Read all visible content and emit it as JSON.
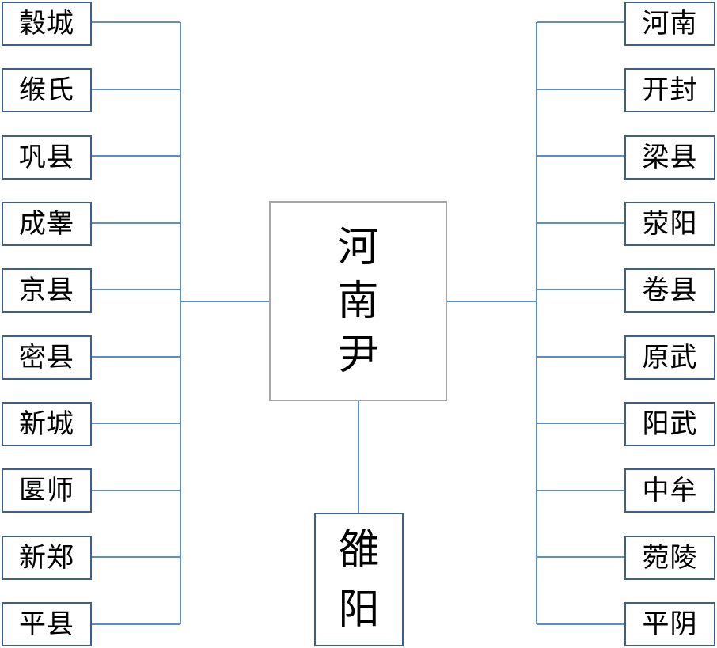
{
  "root": {
    "chars": [
      "河",
      "南",
      "尹"
    ]
  },
  "capital": {
    "chars": [
      "雒",
      "阳"
    ]
  },
  "left_counties": [
    "穀城",
    "缑氏",
    "巩县",
    "成睾",
    "京县",
    "密县",
    "新城",
    "匽师",
    "新郑",
    "平县"
  ],
  "right_counties": [
    "河南",
    "开封",
    "梁县",
    "荥阳",
    "卷县",
    "原武",
    "阳武",
    "中牟",
    "菀陵",
    "平阴"
  ],
  "colors": {
    "connector": "#5b8fc7",
    "box_border": "#3e5f86",
    "root_border": "#a6a6a6"
  }
}
